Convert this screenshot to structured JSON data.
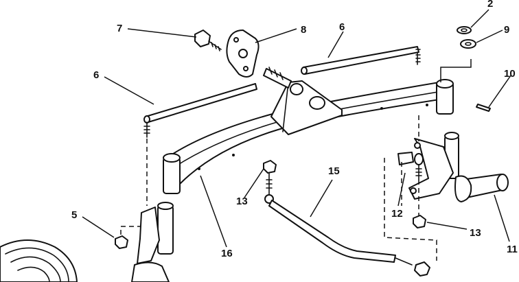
{
  "diagram": {
    "callouts": [
      {
        "id": "c2",
        "label": "2"
      },
      {
        "id": "c5",
        "label": "5"
      },
      {
        "id": "c6a",
        "label": "6"
      },
      {
        "id": "c6b",
        "label": "6"
      },
      {
        "id": "c7",
        "label": "7"
      },
      {
        "id": "c8",
        "label": "8"
      },
      {
        "id": "c9",
        "label": "9"
      },
      {
        "id": "c10",
        "label": "10"
      },
      {
        "id": "c11",
        "label": "11"
      },
      {
        "id": "c12",
        "label": "12"
      },
      {
        "id": "c13a",
        "label": "13"
      },
      {
        "id": "c13b",
        "label": "13"
      },
      {
        "id": "c15",
        "label": "15"
      },
      {
        "id": "c16",
        "label": "16"
      }
    ]
  }
}
